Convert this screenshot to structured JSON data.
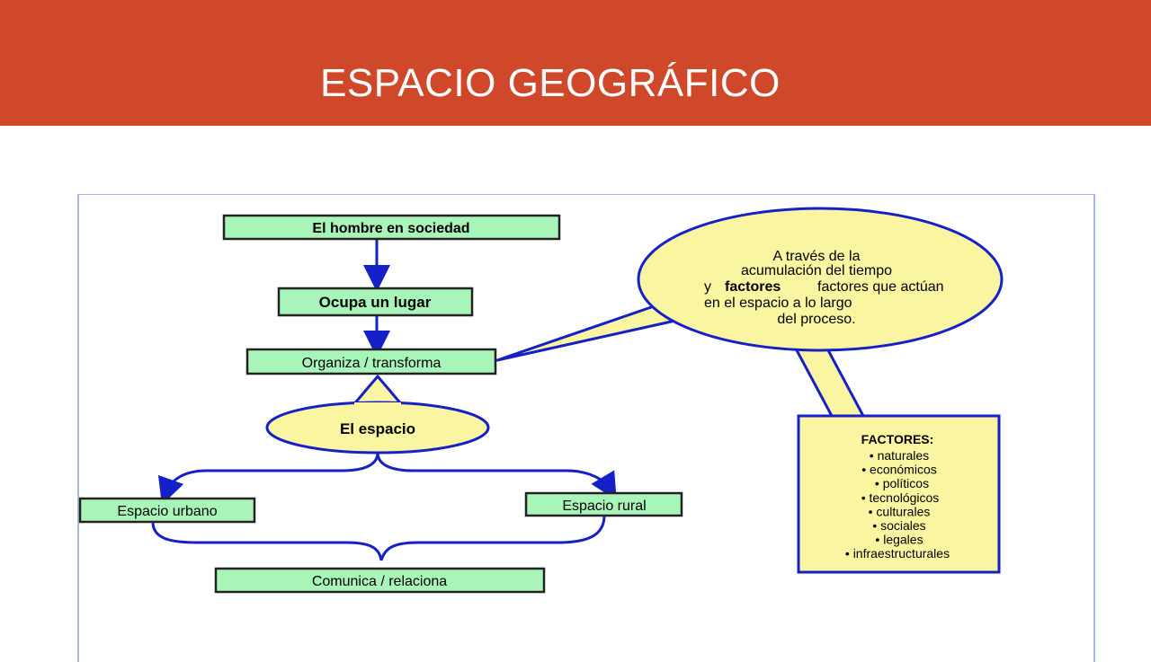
{
  "header": {
    "title": "ESPACIO GEOGRÁFICO"
  },
  "colors": {
    "header_bg": "#d0482a",
    "box_fill": "#a9f5b9",
    "callout_fill": "#faf5a0",
    "arrow": "#1620c8"
  },
  "diagram": {
    "nodes": {
      "hombre": "El hombre en sociedad",
      "ocupa": "Ocupa un lugar",
      "organiza": "Organiza / transforma",
      "espacio": "El espacio",
      "urbano": "Espacio urbano",
      "rural": "Espacio rural",
      "comunica": "Comunica / relaciona"
    },
    "callout": {
      "lines": [
        "A través de la",
        "acumulación del tiempo",
        "factores que actúan",
        "en el espacio a lo largo",
        "del proceso."
      ],
      "prefix_line3": "y",
      "bold_word": "factores"
    },
    "factores": {
      "title": "FACTORES:",
      "items": [
        "naturales",
        "económicos",
        "políticos",
        "tecnológicos",
        "culturales",
        "sociales",
        "legales",
        "infraestructurales"
      ]
    }
  }
}
